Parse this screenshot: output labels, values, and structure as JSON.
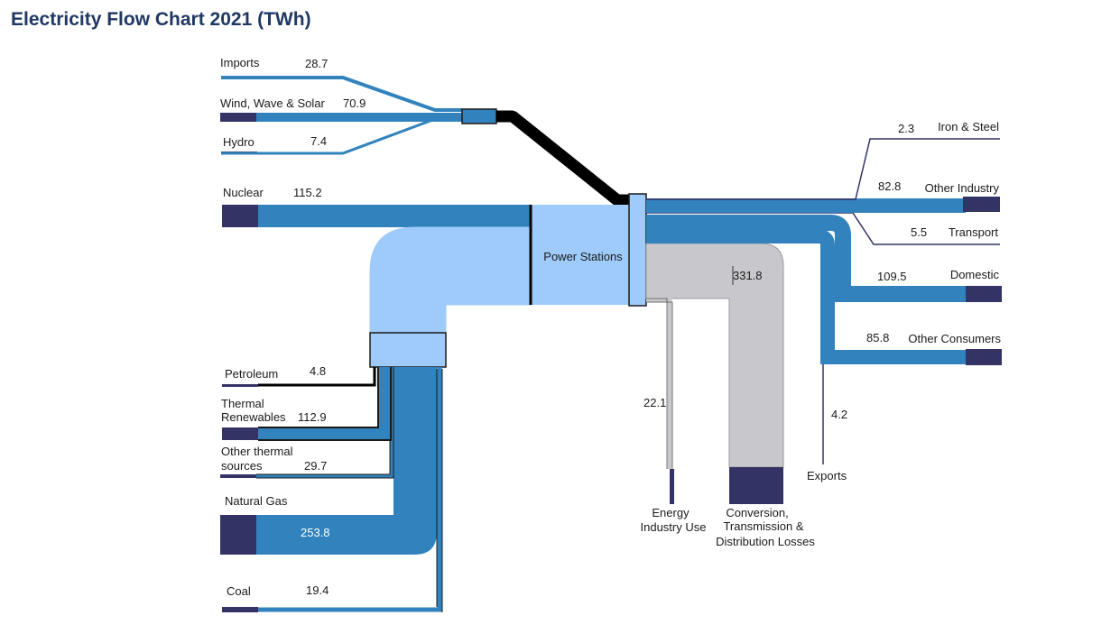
{
  "title": "Electricity Flow Chart 2021 (TWh)",
  "colors": {
    "title": "#1f3864",
    "flow_blue": "#3182bd",
    "node_light": "#9ecbfa",
    "node_dark": "#333366",
    "losses_grey": "#c8c8cc",
    "black_flow": "#000000"
  },
  "inputs": [
    {
      "key": "imports",
      "label": "Imports",
      "value": "28.7"
    },
    {
      "key": "wind",
      "label": "Wind, Wave & Solar",
      "value": "70.9"
    },
    {
      "key": "hydro",
      "label": "Hydro",
      "value": "7.4"
    },
    {
      "key": "nuclear",
      "label": "Nuclear",
      "value": "115.2"
    },
    {
      "key": "petroleum",
      "label": "Petroleum",
      "value": "4.8"
    },
    {
      "key": "thermal_renewables",
      "label_line1": "Thermal",
      "label_line2": "Renewables",
      "value": "112.9"
    },
    {
      "key": "other_thermal",
      "label_line1": "Other thermal",
      "label_line2": "sources",
      "value": "29.7"
    },
    {
      "key": "natural_gas",
      "label": "Natural Gas",
      "value": "253.8"
    },
    {
      "key": "coal",
      "label": "Coal",
      "value": "19.4"
    }
  ],
  "hub_label": "Power Stations",
  "outputs": [
    {
      "key": "iron_steel",
      "label": "Iron & Steel",
      "value": "2.3"
    },
    {
      "key": "other_industry",
      "label": "Other Industry",
      "value": "82.8"
    },
    {
      "key": "transport",
      "label": "Transport",
      "value": "5.5"
    },
    {
      "key": "domestic",
      "label": "Domestic",
      "value": "109.5"
    },
    {
      "key": "other_consumers",
      "label": "Other Consumers",
      "value": "85.8"
    },
    {
      "key": "exports",
      "label": "Exports",
      "value": "4.2"
    },
    {
      "key": "energy_industry",
      "label_line1": "Energy",
      "label_line2": "Industry Use",
      "value": "22.1"
    },
    {
      "key": "losses",
      "label_line1": "Conversion,",
      "label_line2": "Transmission &",
      "label_line3": "Distribution Losses",
      "value": "331.8"
    }
  ]
}
